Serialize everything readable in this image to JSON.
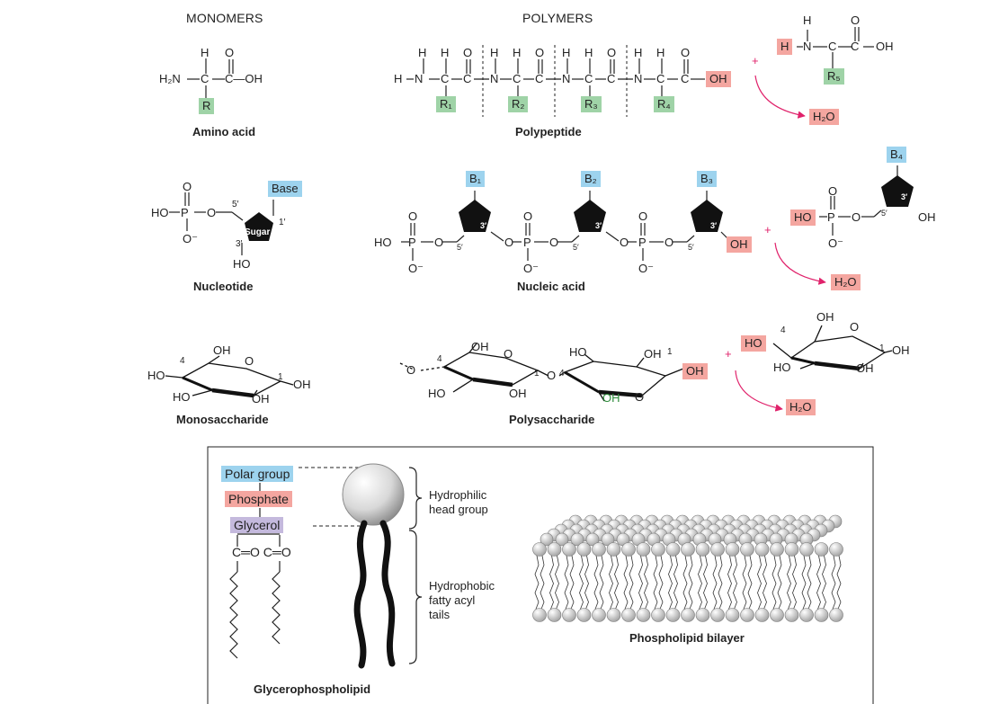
{
  "headers": {
    "monomers": "MONOMERS",
    "polymers": "POLYMERS"
  },
  "captions": {
    "amino_acid": "Amino acid",
    "polypeptide": "Polypeptide",
    "nucleotide": "Nucleotide",
    "nucleic_acid": "Nucleic acid",
    "monosaccharide": "Monosaccharide",
    "polysaccharide": "Polysaccharide",
    "glycerophospholipid": "Glycerophospholipid",
    "bilayer": "Phospholipid bilayer"
  },
  "amino_acid": {
    "h2n": "H₂N",
    "r": "R",
    "cooh": "C—OH"
  },
  "polypeptide": {
    "residues": [
      "R₁",
      "R₂",
      "R₃",
      "R₄"
    ],
    "terminal_oh": "OH",
    "next_r": "R₅",
    "next_h": "H"
  },
  "nucleotide": {
    "base": "Base",
    "sugar": "Sugar",
    "ho": "HO",
    "prime5": "5′",
    "prime1": "1′",
    "prime3": "3′"
  },
  "nucleic_acid": {
    "bases": [
      "B₁",
      "B₂",
      "B₃"
    ],
    "next_base": "B₄",
    "terminal_oh": "OH",
    "next_ho": "HO"
  },
  "saccharide": {
    "ho": "HO",
    "oh": "OH",
    "carbon4": "4",
    "carbon1": "1"
  },
  "water": "H₂O",
  "lipid": {
    "polar_group": "Polar group",
    "phosphate": "Phosphate",
    "glycerol": "Glycerol",
    "carbonyl": "C═O  C═O",
    "head_desc": [
      "Hydrophilic",
      "head group"
    ],
    "tail_desc": [
      "Hydrophobic",
      "fatty acyl",
      "tails"
    ]
  },
  "colors": {
    "r_group": "#9fd3a7",
    "base": "#9dd3ee",
    "water": "#f4a6a0",
    "glycerol": "#c4b9dd",
    "arrow": "#e0226b"
  }
}
